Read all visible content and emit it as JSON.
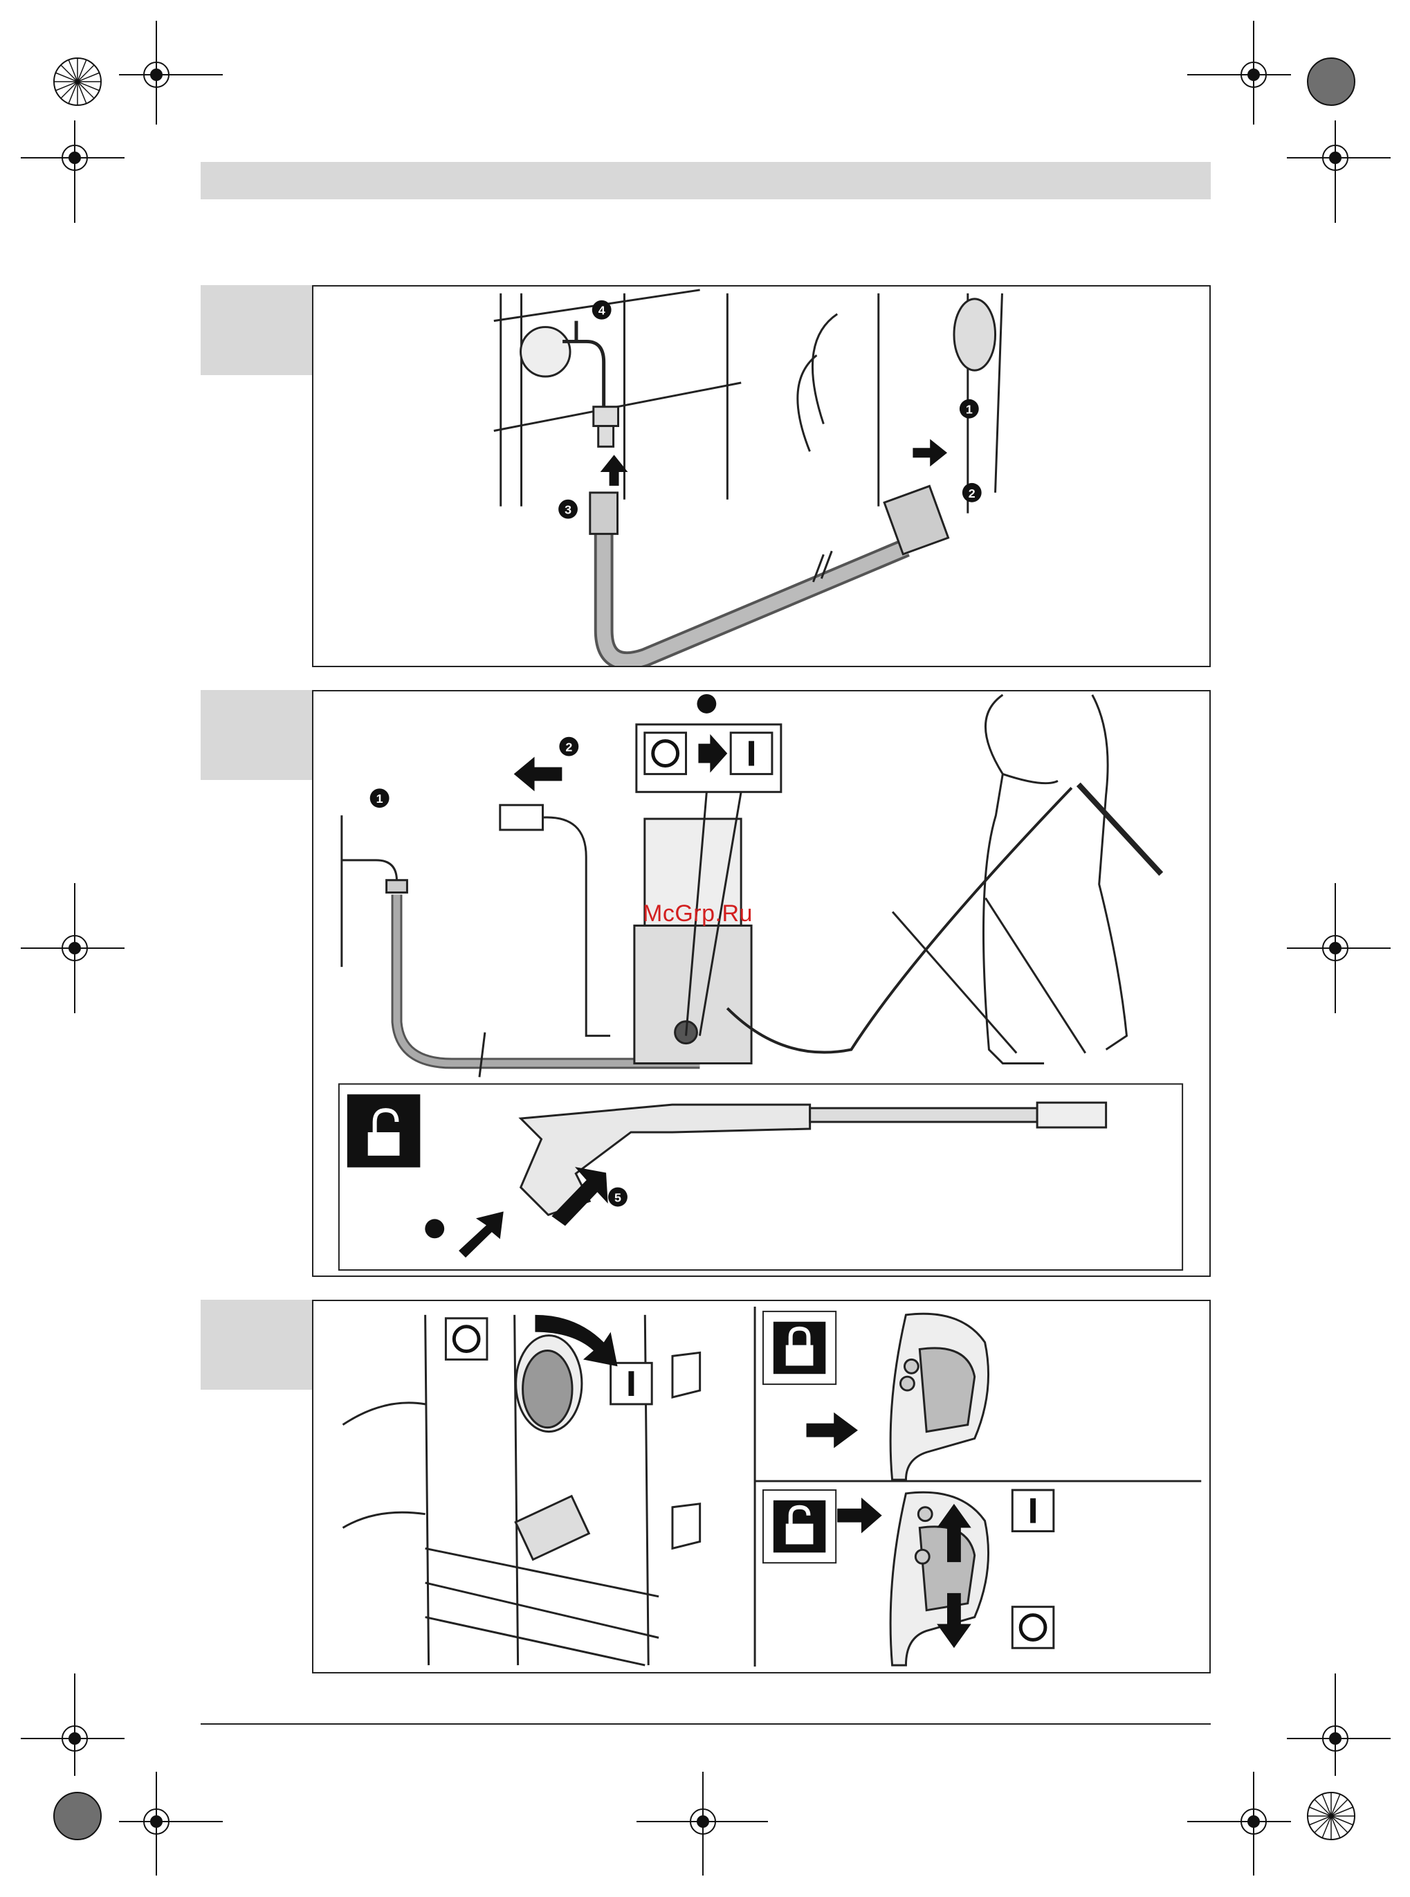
{
  "page": {
    "watermark": "McGrp.Ru"
  },
  "figures": [
    {
      "id": "fig-1",
      "callouts": [
        "1",
        "2",
        "3",
        "4"
      ]
    },
    {
      "id": "fig-2",
      "callouts": [
        "1",
        "2",
        "5"
      ],
      "switch_off_symbol": "O",
      "switch_on_symbol": "I"
    },
    {
      "id": "fig-3",
      "switch_off_symbol": "O",
      "switch_on_symbol": "I"
    }
  ],
  "colors": {
    "band_gray": "#d8d8d8",
    "line": "#222222",
    "watermark_red": "#d21f1f"
  },
  "icons": [
    "registration-mark-icon",
    "color-bar-icon",
    "lock-icon",
    "unlock-icon",
    "tap-icon",
    "plug-icon",
    "arrow-icon"
  ]
}
